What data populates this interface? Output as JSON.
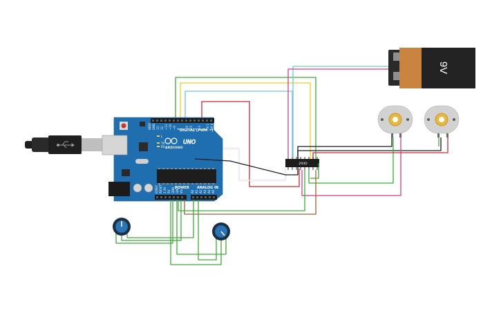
{
  "board": {
    "brand": "ARDUINO",
    "model": "UNO",
    "digital_header": "DIGITAL (PWM ~)",
    "power_header": "POWER",
    "analog_header": "ANALOG IN",
    "indicators": [
      "L",
      "TX",
      "RX"
    ],
    "digital_pins": [
      "AREF",
      "GND",
      "13",
      "12",
      "~11",
      "~10",
      "~9",
      "8",
      "7",
      "~6",
      "~5",
      "4",
      "~3",
      "2",
      "TX 1",
      "RX 0"
    ],
    "power_pins": [
      "IOREF",
      "RESET",
      "3.3V",
      "5V",
      "GND",
      "GND",
      "Vin"
    ],
    "analog_pins": [
      "A0",
      "A1",
      "A2",
      "A3",
      "A4",
      "A5"
    ],
    "color": "#1f6eb0"
  },
  "driver_chip": {
    "label": "L293D"
  },
  "battery": {
    "label": "9V",
    "minus": "-",
    "plus": "+",
    "color": "#c9843f"
  },
  "motors": {
    "count": 2
  },
  "potentiometers": {
    "count": 2
  },
  "wire_colors": {
    "green": "#3aaa35",
    "yellow": "#f2cf1d",
    "cyan": "#6cc5d6",
    "red": "#d2262e",
    "magenta": "#d43a92",
    "black": "#1a1a1a",
    "brown": "#9a6436",
    "white": "#ffffff"
  }
}
